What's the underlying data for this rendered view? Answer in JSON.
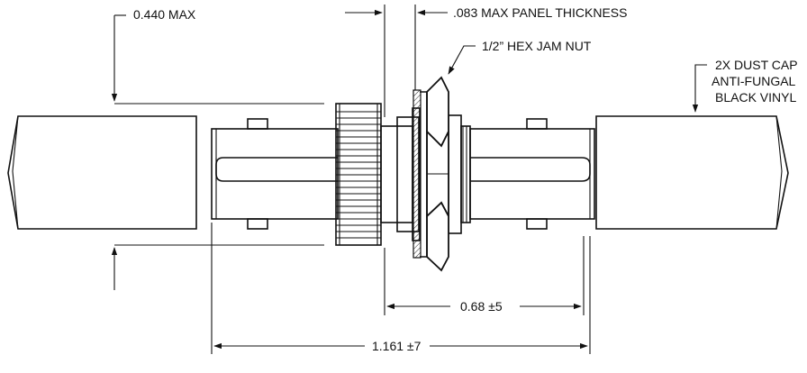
{
  "title": "",
  "labels": {
    "max_diameter": "0.440 MAX",
    "panel_thickness": ".083 MAX PANEL THICKNESS",
    "hex_nut": "1/2” HEX JAM NUT",
    "dust_cap_1": "2X DUST CAP",
    "dust_cap_2": "ANTI-FUNGAL",
    "dust_cap_3": "BLACK VINYL",
    "dim_short": "0.68 ±5",
    "dim_long": "1.161 ±7"
  },
  "colors": {
    "line": "#111111",
    "background": "#ffffff"
  }
}
